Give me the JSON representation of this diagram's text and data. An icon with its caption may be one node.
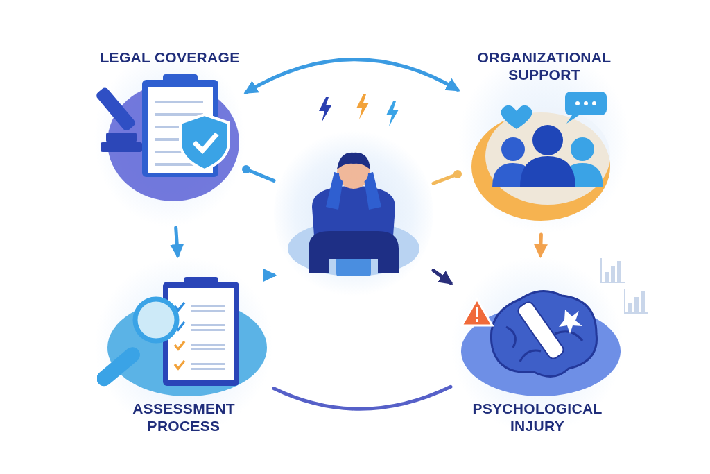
{
  "diagram": {
    "nodes": [
      {
        "text": [
          "LEGAL COVERAGE"
        ]
      },
      {
        "text": [
          "ORGANIZATIONAL SUPPORT"
        ]
      },
      {
        "text": [],
        "shape": "picture"
      },
      {
        "text": [
          "ASSESSMENT PROCESS"
        ]
      },
      {
        "text": [
          "PSYCHOLOGICAL INJURY"
        ]
      }
    ],
    "edges": [
      {
        "from": 0,
        "to": 1,
        "arrow": "both"
      },
      {
        "from": 0,
        "to": 3,
        "arrow": "to"
      },
      {
        "from": 1,
        "to": 4,
        "arrow": "to",
        "color": "#f2a24e"
      },
      {
        "from": 3,
        "to": 4,
        "arrow": "none",
        "color": "#5660c8"
      },
      {
        "from": 2,
        "to": 0,
        "arrow": "other"
      },
      {
        "from": 2,
        "to": 1,
        "arrow": "other",
        "color": "#f2b85a"
      },
      {
        "from": 2,
        "to": 3,
        "arrow": "to"
      },
      {
        "from": 2,
        "to": 4,
        "arrow": "to",
        "color": "#2a2f7a"
      }
    ]
  }
}
